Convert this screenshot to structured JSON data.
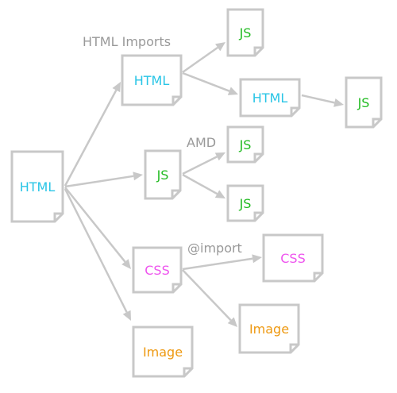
{
  "colors": {
    "html": "#29c5e6",
    "js": "#22bb22",
    "css": "#ee55ee",
    "image": "#ee9911",
    "edge": "#c8c8c8",
    "edge_label": "#999999"
  },
  "nodes": [
    {
      "id": "root-html",
      "label": "HTML",
      "kind": "html"
    },
    {
      "id": "html-2",
      "label": "HTML",
      "kind": "html"
    },
    {
      "id": "js-top",
      "label": "JS",
      "kind": "js"
    },
    {
      "id": "html-3",
      "label": "HTML",
      "kind": "html"
    },
    {
      "id": "js-far",
      "label": "JS",
      "kind": "js"
    },
    {
      "id": "js-mid",
      "label": "JS",
      "kind": "js"
    },
    {
      "id": "js-amd-1",
      "label": "JS",
      "kind": "js"
    },
    {
      "id": "js-amd-2",
      "label": "JS",
      "kind": "js"
    },
    {
      "id": "css-1",
      "label": "CSS",
      "kind": "css"
    },
    {
      "id": "css-2",
      "label": "CSS",
      "kind": "css"
    },
    {
      "id": "image-1",
      "label": "Image",
      "kind": "image"
    },
    {
      "id": "image-2",
      "label": "Image",
      "kind": "image"
    }
  ],
  "edges": [
    {
      "from": "root-html",
      "to": "html-2"
    },
    {
      "from": "root-html",
      "to": "js-mid"
    },
    {
      "from": "root-html",
      "to": "css-1"
    },
    {
      "from": "root-html",
      "to": "image-2"
    },
    {
      "from": "html-2",
      "to": "js-top"
    },
    {
      "from": "html-2",
      "to": "html-3"
    },
    {
      "from": "html-3",
      "to": "js-far"
    },
    {
      "from": "js-mid",
      "to": "js-amd-1"
    },
    {
      "from": "js-mid",
      "to": "js-amd-2"
    },
    {
      "from": "css-1",
      "to": "css-2"
    },
    {
      "from": "css-1",
      "to": "image-1"
    }
  ],
  "edge_labels": [
    {
      "id": "html-imports",
      "text": "HTML Imports"
    },
    {
      "id": "amd",
      "text": "AMD"
    },
    {
      "id": "import",
      "text": "@import"
    }
  ]
}
